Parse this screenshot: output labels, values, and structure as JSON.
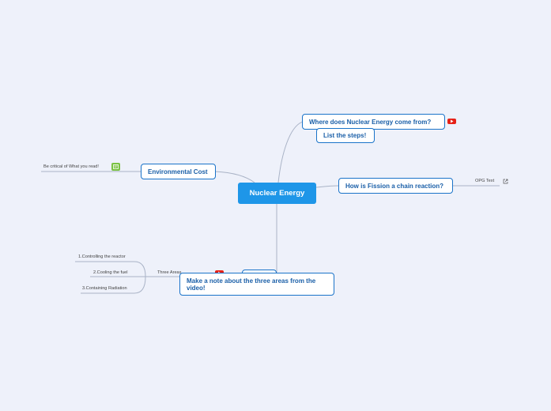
{
  "central": {
    "label": "Nuclear Energy"
  },
  "topics": {
    "where": {
      "label": "Where  does Nuclear Energy come from?",
      "icon": "youtube-icon"
    },
    "steps": {
      "label": "List the steps!"
    },
    "fission": {
      "label": "How is Fission a chain reaction?"
    },
    "env": {
      "label": "Environmental Cost"
    },
    "note": {
      "label": "Make a note about the three areas from the video!"
    }
  },
  "leaves": {
    "critical": {
      "label": "Be critical of What you read!",
      "icon": "note-icon"
    },
    "opg": {
      "label": "OPG Text",
      "icon": "external-link-icon"
    },
    "three_areas": {
      "label": "Three Areas",
      "icon": "youtube-icon"
    },
    "controlling": {
      "label": "1.Controlling the reactor"
    },
    "cooling": {
      "label": "2.Cooling the fuel"
    },
    "containing": {
      "label": "3.Containing Radiation"
    }
  },
  "colors": {
    "background": "#eef1fa",
    "central_fill": "#1e96e8",
    "topic_border": "#1a73c9",
    "topic_text": "#1a5fa8",
    "connector": "#a9b3c6",
    "youtube": "#e62117",
    "note_badge": "#7ac142"
  }
}
